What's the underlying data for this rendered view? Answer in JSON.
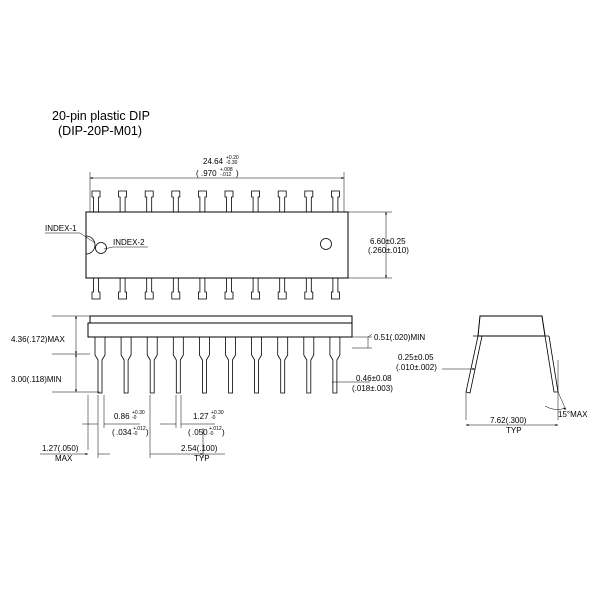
{
  "title": {
    "line1": "20-pin plastic DIP",
    "line2": "(DIP-20P-M01)"
  },
  "top_view": {
    "length_main": "24.64",
    "length_tol_plus": "+0.20",
    "length_tol_minus": "-0.30",
    "length_inch_main": ".970",
    "length_inch_plus": "+.008",
    "length_inch_minus": "-.012",
    "width_mm": "6.60±0.25",
    "width_in": "(.260±.010)",
    "index1": "INDEX-1",
    "index2": "INDEX-2"
  },
  "side_view": {
    "height_max": "4.36(.172)MAX",
    "seat_min": "3.00(.118)MIN",
    "standoff_min": "0.51(.020)MIN",
    "lead_w1_mm": "0.46±0.08",
    "lead_w1_in": "(.018±.003)",
    "end_mm": "1.27(.050)",
    "end_max": "MAX",
    "w2_main": "0.86",
    "w2_plus": "+0.30",
    "w2_minus": "-0",
    "w2_inch": ".034",
    "w2_inch_plus": "+.012",
    "w2_inch_minus": "-0",
    "w3_main": "1.27",
    "w3_plus": "+0.30",
    "w3_minus": "-0",
    "w3_inch": ".050",
    "w3_inch_plus": "+.012",
    "w3_inch_minus": "-0",
    "pitch": "2.54(.100)",
    "pitch_typ": "TYP"
  },
  "end_view": {
    "thick_mm": "0.25±0.05",
    "thick_in": "(.010±.002)",
    "row_span": "7.62(.300)",
    "row_typ": "TYP",
    "angle": "15°MAX"
  }
}
